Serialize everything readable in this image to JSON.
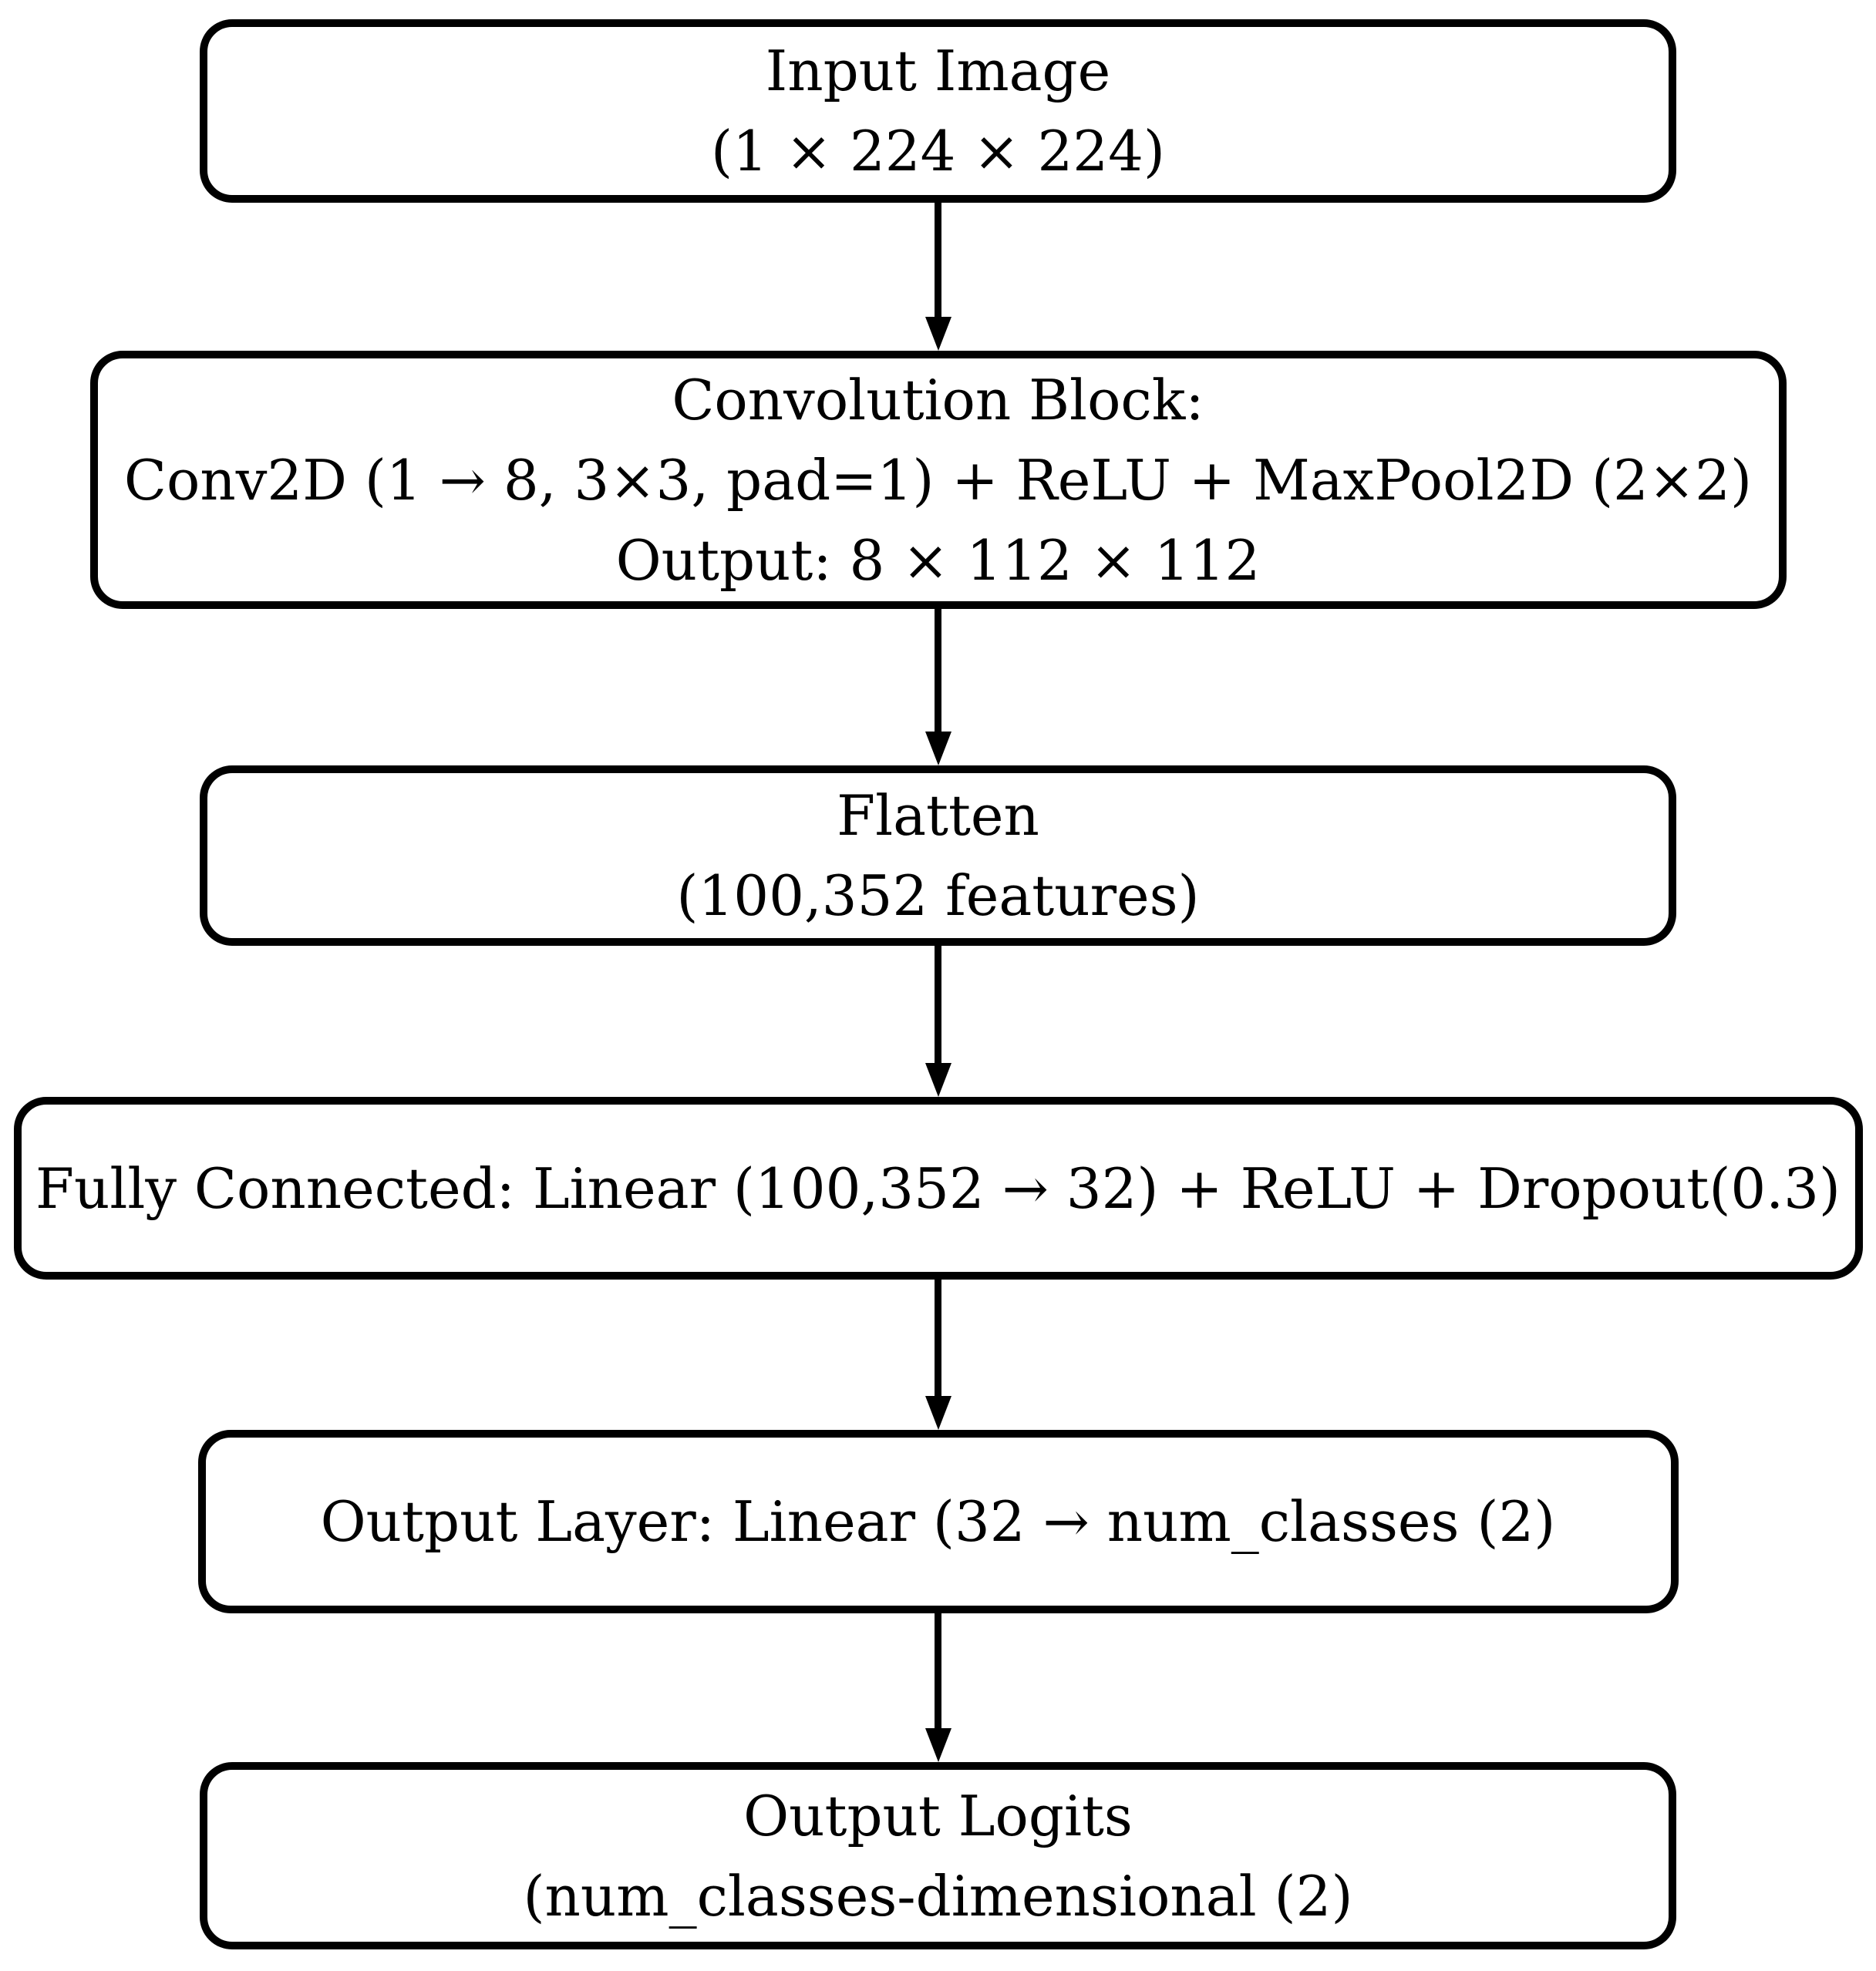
{
  "diagram": {
    "background_color": "#ffffff",
    "stroke_color": "#000000",
    "text_color": "#000000",
    "nodes": [
      {
        "id": "input-image",
        "lines": [
          "Input Image",
          "(1 × 224 × 224)"
        ]
      },
      {
        "id": "convolution-block",
        "lines": [
          "Convolution Block:",
          "Conv2D (1 → 8, 3×3, pad=1) + ReLU + MaxPool2D (2×2)",
          "Output: 8 × 112 × 112"
        ]
      },
      {
        "id": "flatten",
        "lines": [
          "Flatten",
          "(100,352 features)"
        ]
      },
      {
        "id": "fully-connected",
        "lines": [
          "Fully Connected: Linear (100,352 → 32) + ReLU + Dropout(0.3)"
        ]
      },
      {
        "id": "output-layer",
        "lines": [
          "Output Layer: Linear (32 → num_classes (2)"
        ]
      },
      {
        "id": "output-logits",
        "lines": [
          "Output Logits",
          "(num_classes-dimensional (2)"
        ]
      }
    ]
  }
}
